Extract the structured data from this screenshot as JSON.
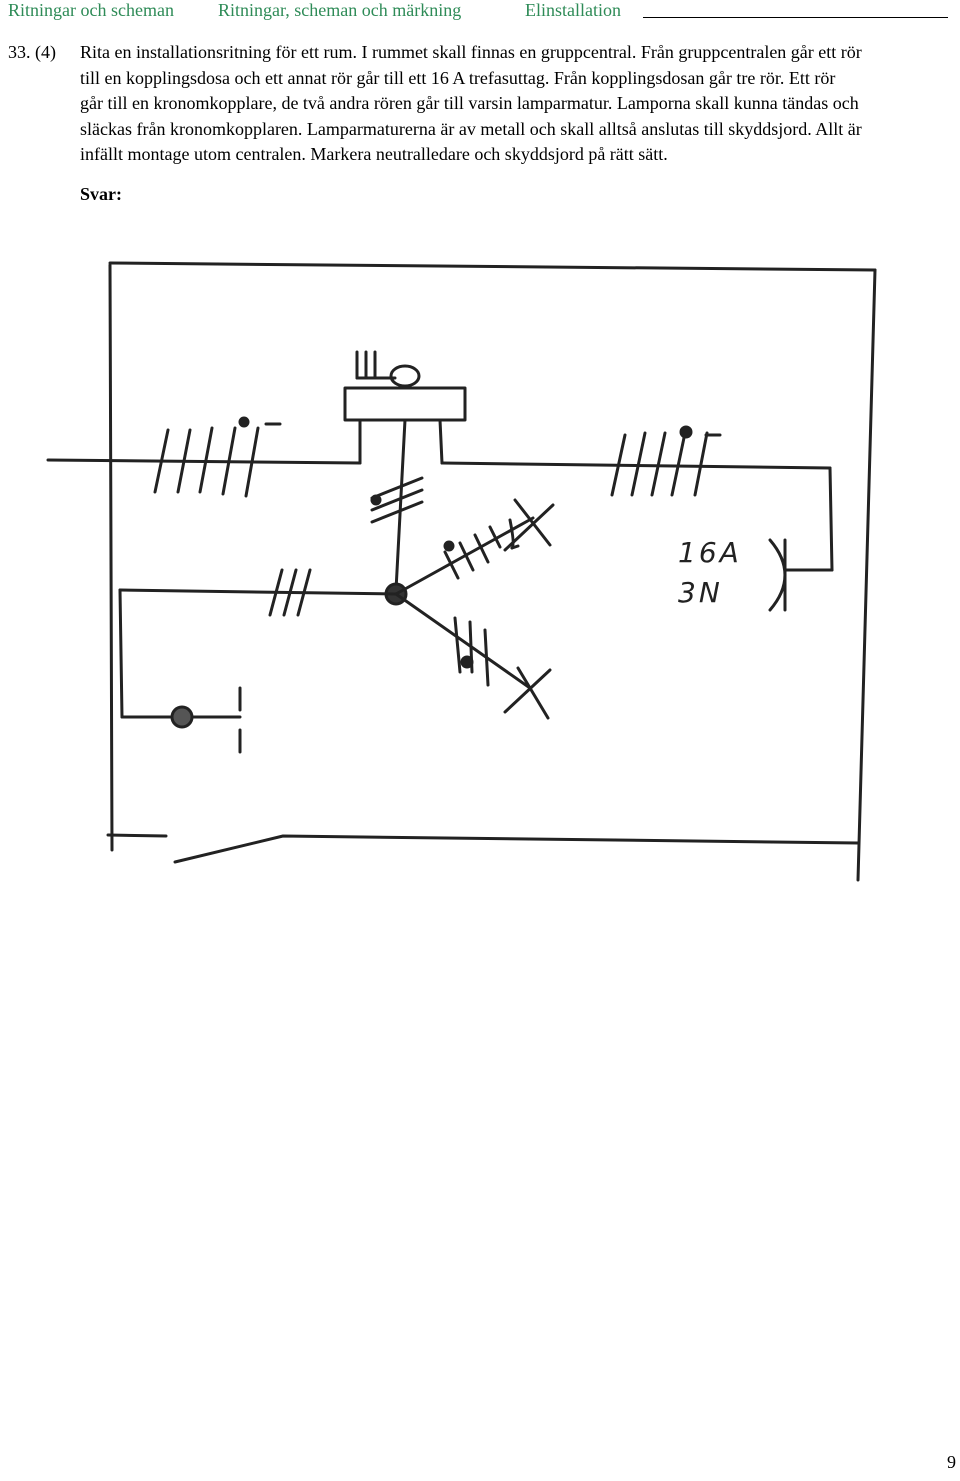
{
  "header": {
    "items": [
      "Ritningar och scheman",
      "Ritningar, scheman och märkning",
      "Elinstallation"
    ]
  },
  "question": {
    "number": "33. (4)",
    "lines": [
      "Rita en installationsritning för ett rum. I rummet skall finnas en gruppcentral. Från gruppcentralen går ett rör",
      "till en kopplingsdosa och ett annat rör går till ett 16 A trefasuttag. Från kopplingsdosan går tre rör. Ett rör",
      "går till en kronomkopplare, de två andra rören går till varsin lamparmatur. Lamporna skall kunna tändas och",
      "släckas från kronomkopplaren. Lamparmaturerna är av metall och skall alltså anslutas till skyddsjord. Allt är",
      "infällt montage utom centralen. Markera neutralledare och skyddsjord på rätt sätt."
    ],
    "answer_label": "Svar:"
  },
  "drawing": {
    "outlet_label_line1": "16A",
    "outlet_label_line2": "3N"
  },
  "page_number": "9"
}
